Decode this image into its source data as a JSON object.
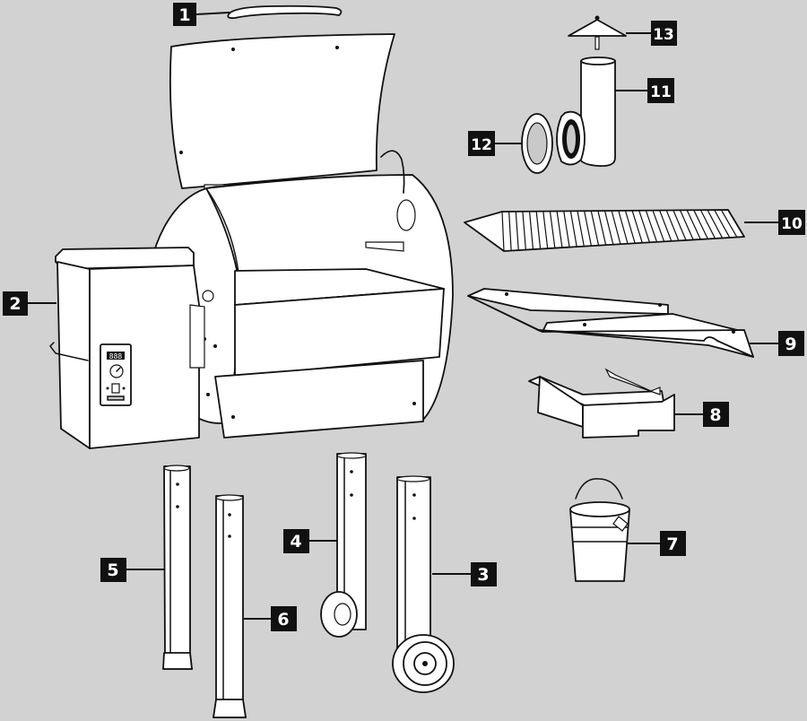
{
  "callouts": [
    {
      "id": "handle",
      "number": "1"
    },
    {
      "id": "hopper",
      "number": "2"
    },
    {
      "id": "leg-wheel-right",
      "number": "3"
    },
    {
      "id": "leg-wheel-left",
      "number": "4"
    },
    {
      "id": "leg-front-left",
      "number": "5"
    },
    {
      "id": "leg-front-right",
      "number": "6"
    },
    {
      "id": "grease-bucket",
      "number": "7"
    },
    {
      "id": "heat-baffle",
      "number": "8"
    },
    {
      "id": "drip-tray",
      "number": "9"
    },
    {
      "id": "grill-grate",
      "number": "10"
    },
    {
      "id": "chimney",
      "number": "11"
    },
    {
      "id": "chimney-gasket",
      "number": "12"
    },
    {
      "id": "chimney-cap",
      "number": "13"
    }
  ],
  "controller": {
    "display": "888"
  },
  "colors": {
    "background": "#d2d2d3",
    "label_box": "#111111",
    "label_text": "#ffffff",
    "part_fill": "#ffffff",
    "outline": "#111111"
  }
}
